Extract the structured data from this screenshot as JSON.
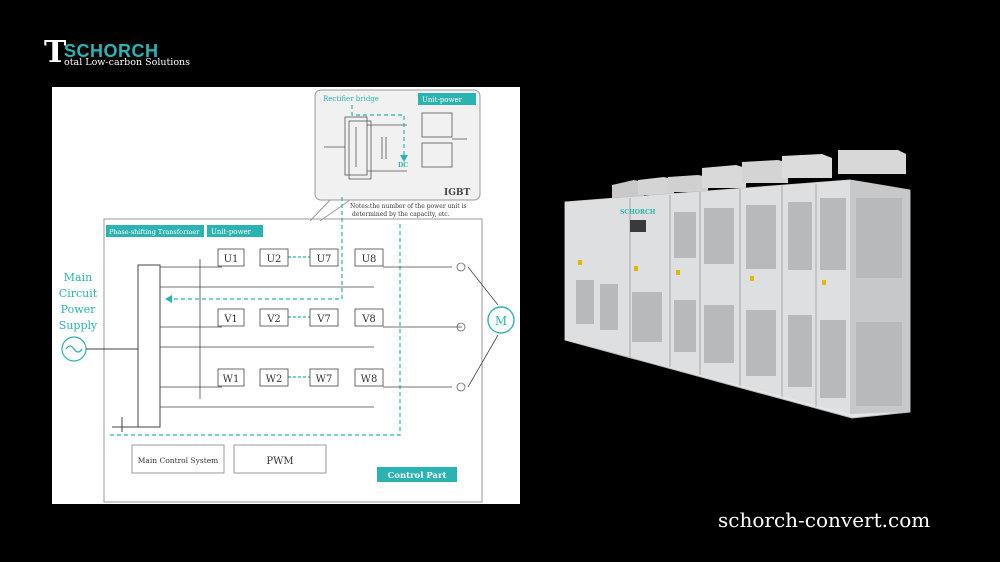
{
  "logo": {
    "initial": "T",
    "name": "SCHORCH",
    "tagline": "otal Low-carbon Solutions"
  },
  "diagram": {
    "input_label_lines": [
      "Main",
      "Circuit",
      "Power",
      "Supply"
    ],
    "rectifier_label": "Rectifier bridge",
    "unit_power_label": "Unit-power",
    "dc_label": "DC",
    "igbt_label": "IGBT",
    "notes_line1": "Notes:the number of the power unit is",
    "notes_line2": "determined by the capacity, etc.",
    "transformer_label": "Phase-shifting Transformer",
    "unit_power_label2": "Unit-power",
    "row_u": [
      "U1",
      "U2",
      "U7",
      "U8"
    ],
    "row_v": [
      "V1",
      "V2",
      "V7",
      "V8"
    ],
    "row_w": [
      "W1",
      "W2",
      "W7",
      "W8"
    ],
    "motor_label": "M",
    "main_control": "Main Control System",
    "pwm": "PWM",
    "control_part": "Control Part"
  },
  "product": {
    "brand_on_cabinet": "SCHORCH"
  },
  "website": "schorch-convert.com",
  "colors": {
    "accent": "#2bb3b1",
    "background": "#000000",
    "panel": "#ffffff"
  }
}
